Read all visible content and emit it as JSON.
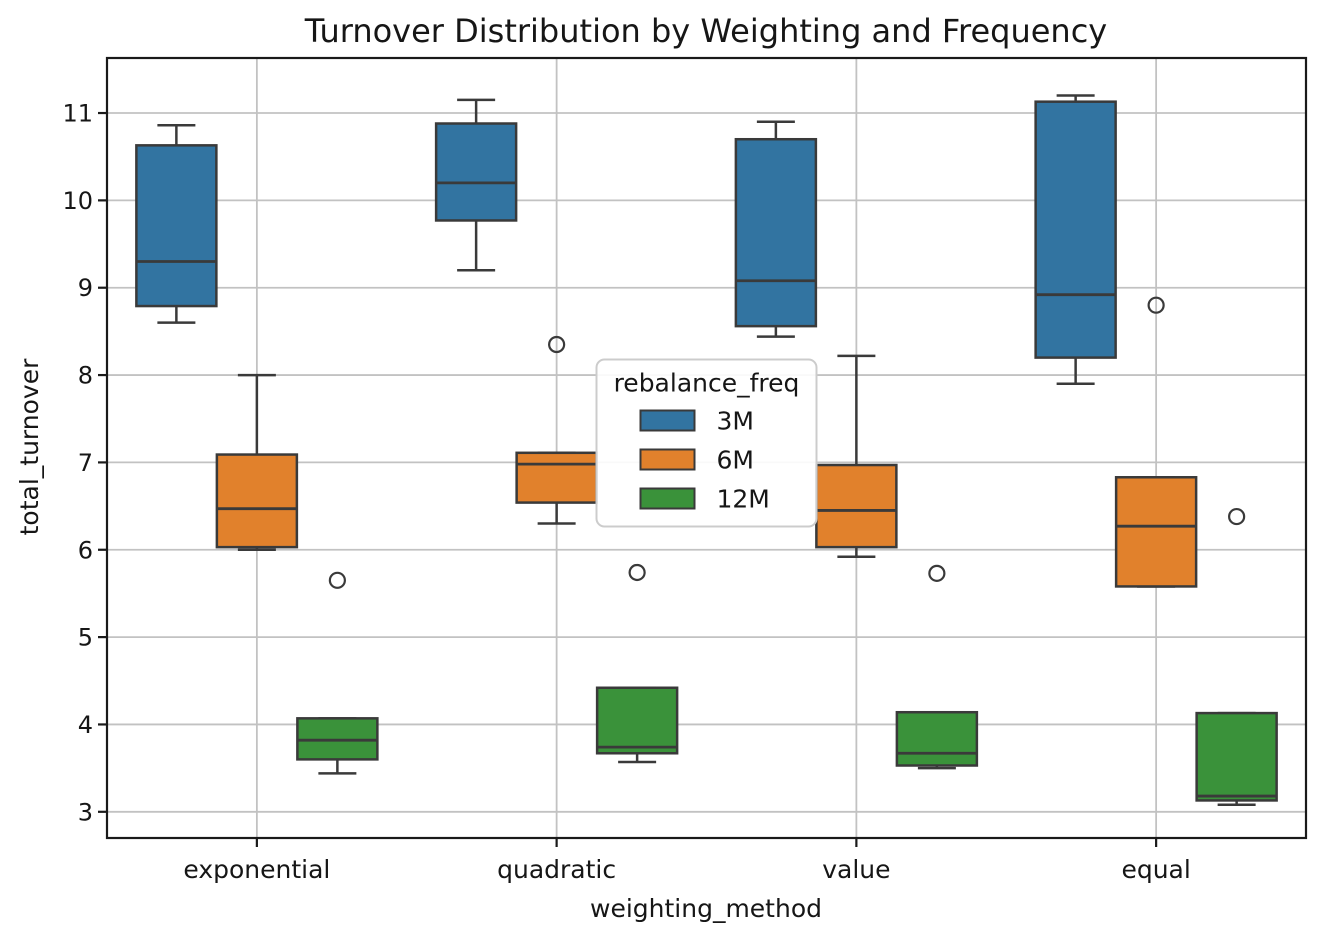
{
  "chart_data": {
    "type": "boxplot",
    "title": "Turnover Distribution by Weighting and Frequency",
    "xlabel": "weighting_method",
    "ylabel": "total_turnover",
    "categories": [
      "exponential",
      "quadratic",
      "value",
      "equal"
    ],
    "yticks": [
      3,
      4,
      5,
      6,
      7,
      8,
      9,
      10,
      11
    ],
    "ylim": [
      2.7,
      11.63
    ],
    "grid": true,
    "legend": {
      "title": "rebalance_freq",
      "position": "center",
      "entries": [
        "3M",
        "6M",
        "12M"
      ]
    },
    "series": [
      {
        "name": "3M",
        "color": "#3274A1",
        "boxes": [
          {
            "category": "exponential",
            "whislo": 8.6,
            "q1": 8.79,
            "med": 9.3,
            "q3": 10.63,
            "whishi": 10.86,
            "outliers": []
          },
          {
            "category": "quadratic",
            "whislo": 9.2,
            "q1": 9.77,
            "med": 10.2,
            "q3": 10.88,
            "whishi": 11.15,
            "outliers": []
          },
          {
            "category": "value",
            "whislo": 8.44,
            "q1": 8.56,
            "med": 9.08,
            "q3": 10.7,
            "whishi": 10.9,
            "outliers": []
          },
          {
            "category": "equal",
            "whislo": 7.9,
            "q1": 8.2,
            "med": 8.92,
            "q3": 11.13,
            "whishi": 11.2,
            "outliers": []
          }
        ]
      },
      {
        "name": "6M",
        "color": "#E1812C",
        "boxes": [
          {
            "category": "exponential",
            "whislo": 6.0,
            "q1": 6.03,
            "med": 6.47,
            "q3": 7.09,
            "whishi": 8.0,
            "outliers": []
          },
          {
            "category": "quadratic",
            "whislo": 6.3,
            "q1": 6.54,
            "med": 6.98,
            "q3": 7.11,
            "whishi": 7.11,
            "outliers": [
              8.35
            ]
          },
          {
            "category": "value",
            "whislo": 5.92,
            "q1": 6.03,
            "med": 6.45,
            "q3": 6.97,
            "whishi": 8.22,
            "outliers": []
          },
          {
            "category": "equal",
            "whislo": 5.58,
            "q1": 5.58,
            "med": 6.27,
            "q3": 6.83,
            "whishi": 6.83,
            "outliers": [
              8.8
            ]
          }
        ]
      },
      {
        "name": "12M",
        "color": "#3A923A",
        "boxes": [
          {
            "category": "exponential",
            "whislo": 3.44,
            "q1": 3.6,
            "med": 3.82,
            "q3": 4.07,
            "whishi": 4.07,
            "outliers": [
              5.65
            ]
          },
          {
            "category": "quadratic",
            "whislo": 3.57,
            "q1": 3.67,
            "med": 3.74,
            "q3": 4.42,
            "whishi": 4.42,
            "outliers": [
              5.74
            ]
          },
          {
            "category": "value",
            "whislo": 3.5,
            "q1": 3.53,
            "med": 3.67,
            "q3": 4.14,
            "whishi": 4.14,
            "outliers": [
              5.73
            ]
          },
          {
            "category": "equal",
            "whislo": 3.08,
            "q1": 3.13,
            "med": 3.18,
            "q3": 4.13,
            "whishi": 4.13,
            "outliers": [
              6.38
            ]
          }
        ]
      }
    ],
    "colors": {
      "box_edge": "#3A3A3A",
      "median": "#3A3A3A",
      "grid": "#C2C2C2",
      "spine": "#1A1A1A",
      "background": "#FFFFFF",
      "legend_border": "#CCCCCC"
    }
  }
}
